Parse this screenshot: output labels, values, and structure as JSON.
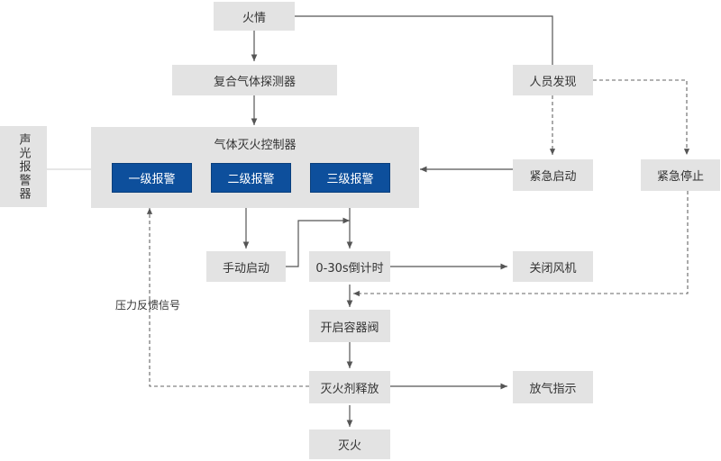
{
  "nodes": {
    "fire": "火情",
    "detector": "复合气体探测器",
    "person": "人员发现",
    "controller": "气体灭火控制器",
    "alarm1": "一级报警",
    "alarm2": "二级报警",
    "alarm3": "三级报警",
    "emergency_start": "紧急启动",
    "emergency_stop": "紧急停止",
    "sound_light_alarm": "声光报警器",
    "manual_start": "手动启动",
    "countdown": "0-30s倒计时",
    "close_fan": "关闭风机",
    "open_valve": "开启容器阀",
    "release": "灭火剂释放",
    "vent_indicator": "放气指示",
    "extinguish": "灭火"
  },
  "labels": {
    "pressure_feedback": "压力反馈信号"
  },
  "colors": {
    "box": "#e3e3e3",
    "alarm": "#0d4f9c",
    "line": "#555555",
    "dashed": "#666666"
  }
}
